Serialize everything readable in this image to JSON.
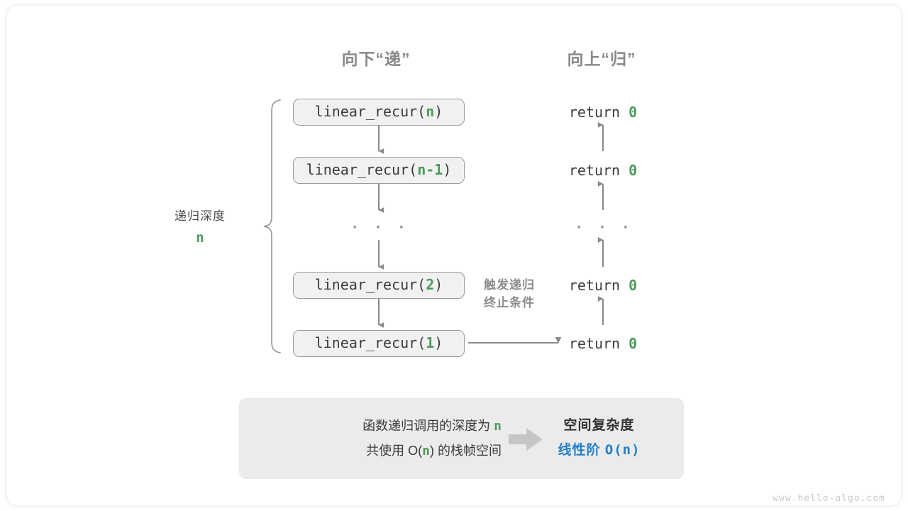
{
  "headers": {
    "down": "向下“递”",
    "up": "向上“归”"
  },
  "depth": {
    "label": "递归深度",
    "value": "n"
  },
  "calls": [
    {
      "prefix": "linear_recur(",
      "arg": "n",
      "suffix": ")"
    },
    {
      "prefix": "linear_recur(",
      "arg": "n-1",
      "suffix": ")"
    },
    {
      "prefix": "linear_recur(",
      "arg": "2",
      "suffix": ")"
    },
    {
      "prefix": "linear_recur(",
      "arg": "1",
      "suffix": ")"
    }
  ],
  "ellipsis": "· · ·",
  "returns": [
    {
      "text": "return ",
      "value": "0"
    },
    {
      "text": "return ",
      "value": "0"
    },
    {
      "text": "return ",
      "value": "0"
    },
    {
      "text": "return ",
      "value": "0"
    }
  ],
  "side_note": {
    "line1": "触发递归",
    "line2": "终止条件"
  },
  "summary": {
    "left_line1_pre": "函数递归调用的深度为 ",
    "left_line1_hl": "n",
    "left_line2_pre": "共使用 O(",
    "left_line2_hl": "n",
    "left_line2_post": ") 的栈帧空间",
    "right_line1": "空间复杂度",
    "right_line2_pre": "线性阶 ",
    "right_line2_mono": "O(n)"
  },
  "footer": "www.hello-algo.com",
  "colors": {
    "green": "#4e9a5e",
    "blue": "#2281c9",
    "gray_text": "#8d8d8d",
    "box_fill": "#f1f1f1",
    "box_border": "#9a9a9a",
    "panel_fill": "#ebebeb",
    "arrow": "#8a8a8a"
  }
}
